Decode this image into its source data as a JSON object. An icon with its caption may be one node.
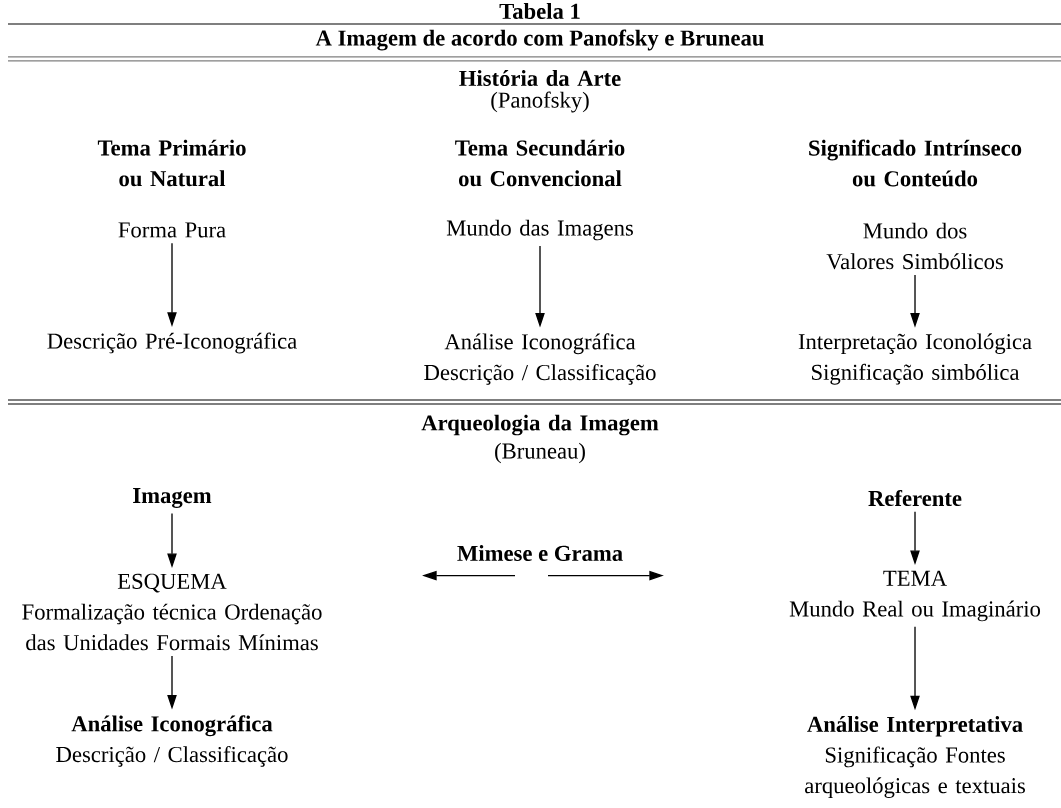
{
  "diagram": {
    "title": "A Imagem de acordo com Panofsky e Bruneau",
    "caption": "Tabela 1",
    "nodes": [
      {
        "text": [
          "Forma Pura"
        ]
      },
      {
        "text": [
          "Descrição Pré-Iconográfica"
        ]
      },
      {
        "text": [
          "Mundo das Imagens"
        ]
      },
      {
        "text": [
          "Análise Iconográfica",
          "Descrição / Classificação"
        ]
      },
      {
        "text": [
          "Mundo dos Valores Simbólicos"
        ]
      },
      {
        "text": [
          "Interpretação Iconológica",
          "Significação simbólica"
        ]
      },
      {
        "text": [
          "Imagem"
        ]
      },
      {
        "text": [
          "ESQUEMA",
          "Formalização técnica Ordenação das Unidades Formais Mínimas"
        ]
      },
      {
        "text": [
          "Análise Iconográfica",
          "Descrição / Classificação"
        ]
      },
      {
        "text": [
          "Mimese e Grama"
        ]
      },
      {
        "text": [
          "Referente"
        ]
      },
      {
        "text": [
          "TEMA",
          "Mundo Real ou Imaginário"
        ]
      },
      {
        "text": [
          "Análise Interpretativa",
          "Significação Fontes arqueológicas e textuais"
        ]
      }
    ],
    "edges": [
      {
        "from": 0,
        "to": 1,
        "arrow": "to"
      },
      {
        "from": 2,
        "to": 3,
        "arrow": "to"
      },
      {
        "from": 4,
        "to": 5,
        "arrow": "to"
      },
      {
        "from": 6,
        "to": 7,
        "arrow": "to"
      },
      {
        "from": 7,
        "to": 8,
        "arrow": "to"
      },
      {
        "from": 9,
        "to": null,
        "arrow": "to"
      },
      {
        "from": 9,
        "to": null,
        "arrow": "to"
      },
      {
        "from": 10,
        "to": 11,
        "arrow": "to"
      },
      {
        "from": 11,
        "to": 12,
        "arrow": "to"
      }
    ],
    "labels": [
      "História da Arte",
      "(Panofsky)",
      "Tema Primário ou Natural",
      "Tema Secundário ou Convencional",
      "Significado Intrínseco ou Conteúdo",
      "Arqueologia da Imagem",
      "(Bruneau)"
    ]
  }
}
